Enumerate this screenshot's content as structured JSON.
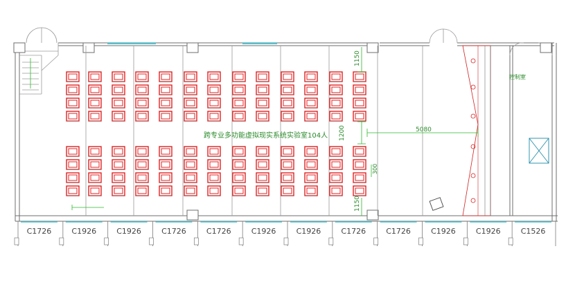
{
  "room_label": "跨专业多功能虚拟现实系统实验室104人",
  "side_room_label": "控制室",
  "window_labels": [
    "C1726",
    "C1926",
    "C1926",
    "C1726",
    "C1726",
    "C1926",
    "C1926",
    "C1726",
    "C1726",
    "C1926",
    "C1926",
    "C1526"
  ],
  "dimensions": {
    "top_gap": "1150",
    "middle_gap": "1200",
    "bottom_gap": "1150",
    "stage_width": "5080",
    "small_mark": "300"
  },
  "seating": {
    "columns": 13,
    "rows_per_block": 4,
    "blocks": 2,
    "seat_color": "#e02020"
  },
  "colors": {
    "wall": "#6e6e6e",
    "dimension": "#2eb82e",
    "window_glass": "#44c8d8",
    "seat": "#e02020"
  }
}
